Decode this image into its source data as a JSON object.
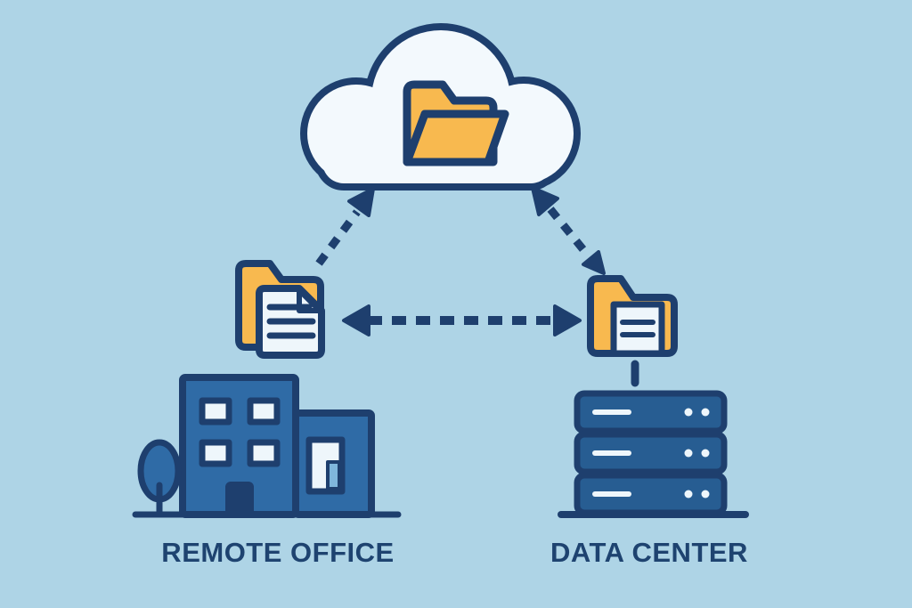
{
  "labels": {
    "remote_office": "REMOTE OFFICE",
    "data_center": "DATA CENTER"
  },
  "nodes": [
    {
      "id": "cloud",
      "icon": "cloud-folder-icon",
      "description": "cloud storage with open folder"
    },
    {
      "id": "remote-office",
      "icon": "folder-document-icon",
      "label_ref": "remote_office",
      "building_icon": "office-building-icon"
    },
    {
      "id": "data-center",
      "icon": "folder-file-icon",
      "label_ref": "data_center",
      "building_icon": "server-rack-icon"
    }
  ],
  "connections": [
    {
      "from": "remote-office",
      "to": "cloud",
      "style": "dashed",
      "arrowheads": "to"
    },
    {
      "from": "data-center",
      "to": "cloud",
      "style": "dashed",
      "arrowheads": "both"
    },
    {
      "from": "remote-office",
      "to": "data-center",
      "style": "dashed",
      "arrowheads": "both"
    }
  ],
  "colors": {
    "background": "#aed4e6",
    "outline": "#1e3f6e",
    "fill_blue": "#2f6ba6",
    "fill_blue_dark": "#275d92",
    "fill_orange": "#f8b94f",
    "cloud_white": "#f3f9fd",
    "window_white": "#eef6fb",
    "door_light": "#7fb6dc",
    "label": "#1e4370"
  }
}
